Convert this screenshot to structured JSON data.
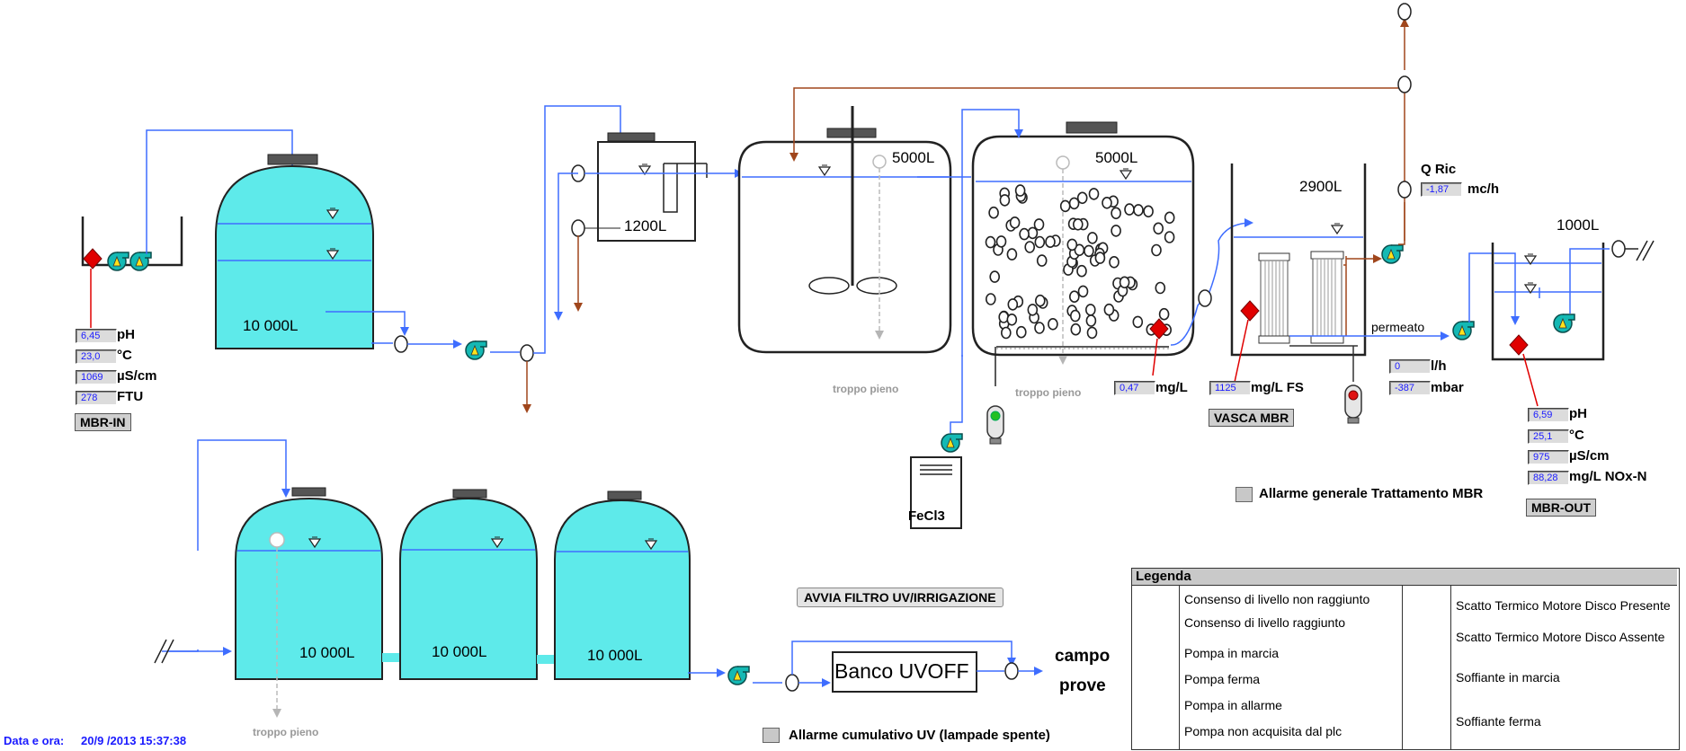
{
  "tank_volumes": {
    "raw_tank": "10 000L",
    "small_tank": "1200L",
    "reactor_1": "5000L",
    "reactor_2": "5000L",
    "mbr_tank": "2900L",
    "out_tank": "1000L",
    "storage_1": "10 000L",
    "storage_2": "10 000L",
    "storage_3": "10 000L"
  },
  "mbr_in": {
    "label": "MBR-IN",
    "readings": [
      {
        "value": "6,45",
        "unit": "pH"
      },
      {
        "value": "23,0",
        "unit": "°C"
      },
      {
        "value": "1069",
        "unit": "µS/cm"
      },
      {
        "value": "278",
        "unit": "FTU"
      }
    ]
  },
  "mbr_out": {
    "label": "MBR-OUT",
    "readings": [
      {
        "value": "6,59",
        "unit": "pH"
      },
      {
        "value": "25,1",
        "unit": "°C"
      },
      {
        "value": "975",
        "unit": "µS/cm"
      },
      {
        "value": "88,28",
        "unit": "mg/L NOx-N"
      }
    ]
  },
  "reactor_2_sensor": {
    "value": "0,47",
    "unit": "mg/L"
  },
  "vasca_mbr": {
    "label": "VASCA MBR",
    "value": "1125",
    "unit": "mg/L FS"
  },
  "recirculation": {
    "label": "Q Ric",
    "value": "-1,87",
    "unit": "mc/h"
  },
  "permeate": {
    "label": "permeato",
    "flow_value": "0",
    "flow_unit": "l/h",
    "pressure_value": "-387",
    "pressure_unit": "mbar"
  },
  "fecl3_label": "FeCl3",
  "overflow_label": "troppo pieno",
  "alarms": {
    "mbr_general": "Allarme generale Trattamento MBR",
    "uv_cumulative": "Allarme cumulativo UV (lampade spente)"
  },
  "uv": {
    "start_button": "AVVIA FILTRO UV/IRRIGAZIONE",
    "bank_label": "Banco UVOFF",
    "destination_line1": "campo",
    "destination_line2": "prove"
  },
  "datetime": {
    "label": "Data e ora:",
    "value": "20/9  /2013 15:37:38"
  },
  "legend": {
    "title": "Legenda",
    "left": [
      "Consenso di livello non raggiunto",
      "Consenso di livello raggiunto",
      "Pompa in marcia",
      "Pompa ferma",
      "Pompa in allarme",
      "Pompa non acquisita dal plc"
    ],
    "right": [
      "Scatto Termico Motore Disco Presente",
      "Scatto Termico Motore Disco Assente",
      "Soffiante in marcia",
      "Soffiante ferma"
    ]
  },
  "colors": {
    "water": "#5eeaea",
    "pipe_blue": "#3e6dff",
    "pipe_brown": "#a0461c",
    "pump_cyan": "#14b9b4",
    "sensor_red": "#e00000",
    "value_text": "#1a1aff"
  }
}
